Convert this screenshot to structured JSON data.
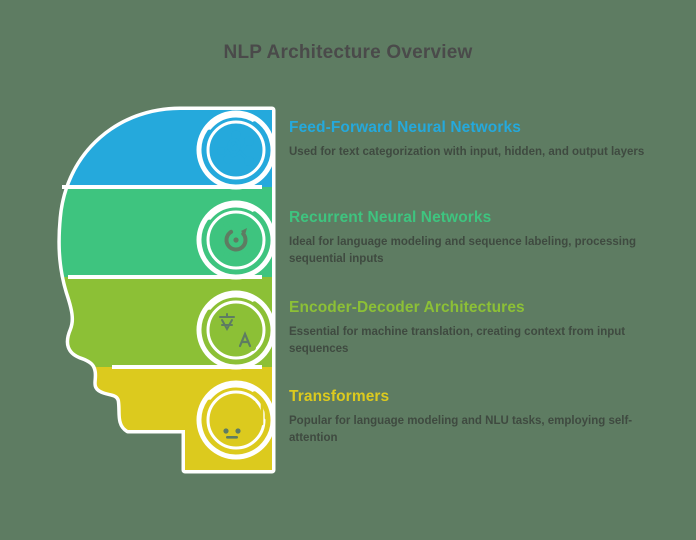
{
  "page": {
    "title": "NLP Architecture Overview",
    "background_color": "#5e7c62",
    "title_color": "#4a4a4a",
    "body_text_color": "#3f4a40"
  },
  "graphic": {
    "shape": "human-head-silhouette",
    "outline_color": "#ffffff"
  },
  "sections": [
    {
      "heading": "Feed-Forward Neural Networks",
      "body": "Used for text categorization with input, hidden, and output layers",
      "color": "#25a9dc",
      "icon": "neural-network-nodes-icon"
    },
    {
      "heading": "Recurrent Neural Networks",
      "body": "Ideal for language modeling and sequence labeling, processing sequential inputs",
      "color": "#3ec47f",
      "icon": "gear-loop-icon"
    },
    {
      "heading": "Encoder-Decoder Architectures",
      "body": "Essential for machine translation, creating context from input sequences",
      "color": "#8cc036",
      "icon": "translation-icon"
    },
    {
      "heading": "Transformers",
      "body": "Popular for language modeling and NLU tasks, employing self-attention",
      "color": "#dcca1e",
      "icon": "robot-soundwave-icon"
    }
  ]
}
